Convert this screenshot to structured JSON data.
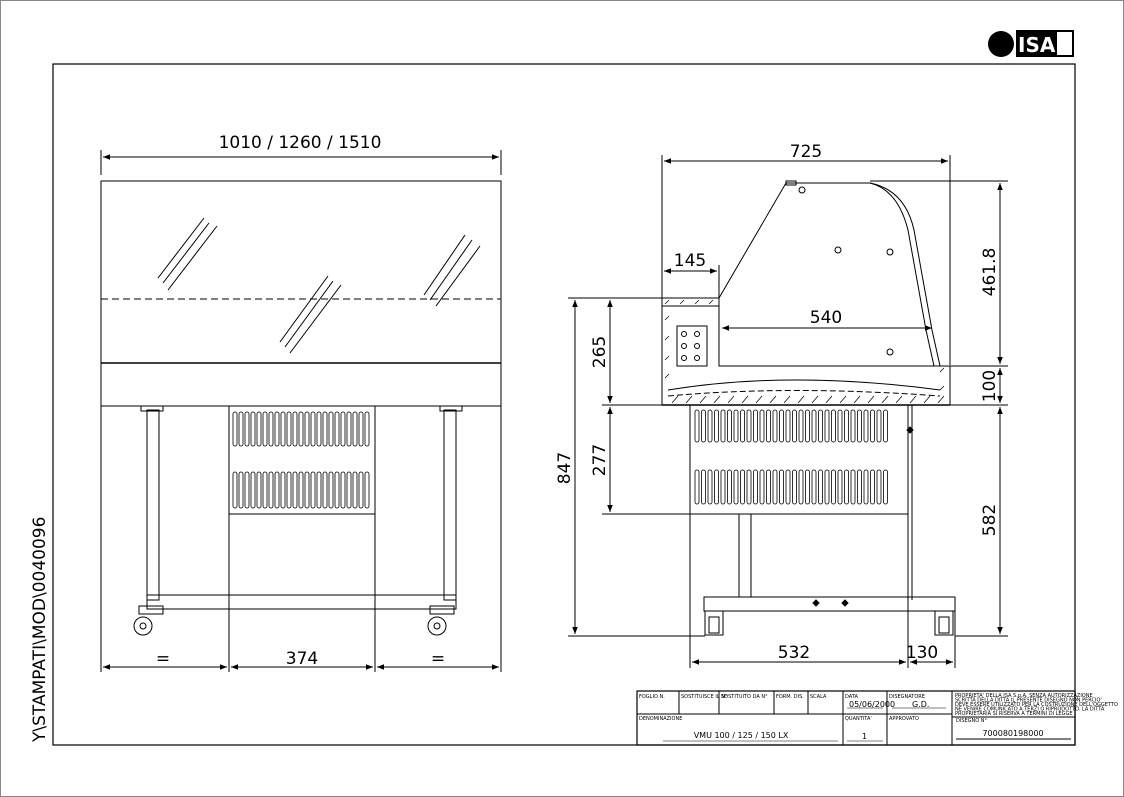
{
  "logo": {
    "text": "ISA"
  },
  "side_code": "Y\\STAMPATI\\MOD\\0040096",
  "front_view": {
    "width_dim": "1010 / 1260 / 1510",
    "bottom_dims": [
      "=",
      "374",
      "="
    ]
  },
  "side_view": {
    "depth_dim": "725",
    "dims": {
      "d145": "145",
      "d540": "540",
      "d265": "265",
      "d847": "847",
      "d277": "277",
      "d461": "461.8",
      "d100": "100",
      "d582": "582",
      "d532": "532",
      "d130": "130"
    }
  },
  "title_block": {
    "headers": {
      "foglio": "FOGLIO N.",
      "sostituisce": "SOSTITUISCE IL N°",
      "sostituito": "SOSTITUITO DA N°",
      "form": "FORM. DIS.",
      "scala": "SCALA",
      "data": "DATA",
      "disegnatore": "DISEGNATORE",
      "denominazione": "DENOMINAZIONE",
      "quantita": "QUANTITA'",
      "approvato": "APPROVATO",
      "disegno": "DISEGNO N°"
    },
    "date": "05/06/2000",
    "designer": "G.D.",
    "denomination": "VMU 100 / 125 / 150 LX",
    "quantity": "1",
    "drawing_number": "700080198000",
    "notice": [
      "PROPRIETA' DELLA ISA S.p.A. SENZA AUTORIZZAZIONE",
      "SCRITTA DELLA DITTA IL PRESENTE DISEGNO NON PERCIO'",
      "DEVE ESSERE UTILIZZATO PER LA COSTRUZIONE DELL'OGGETTO",
      "NE VENIRE COMUNICATO A TERZI O RIPRODOTTO. LA DITTA",
      "PROPRIETARIA SI RISERVA A TERMINI DI LEGGE"
    ]
  }
}
